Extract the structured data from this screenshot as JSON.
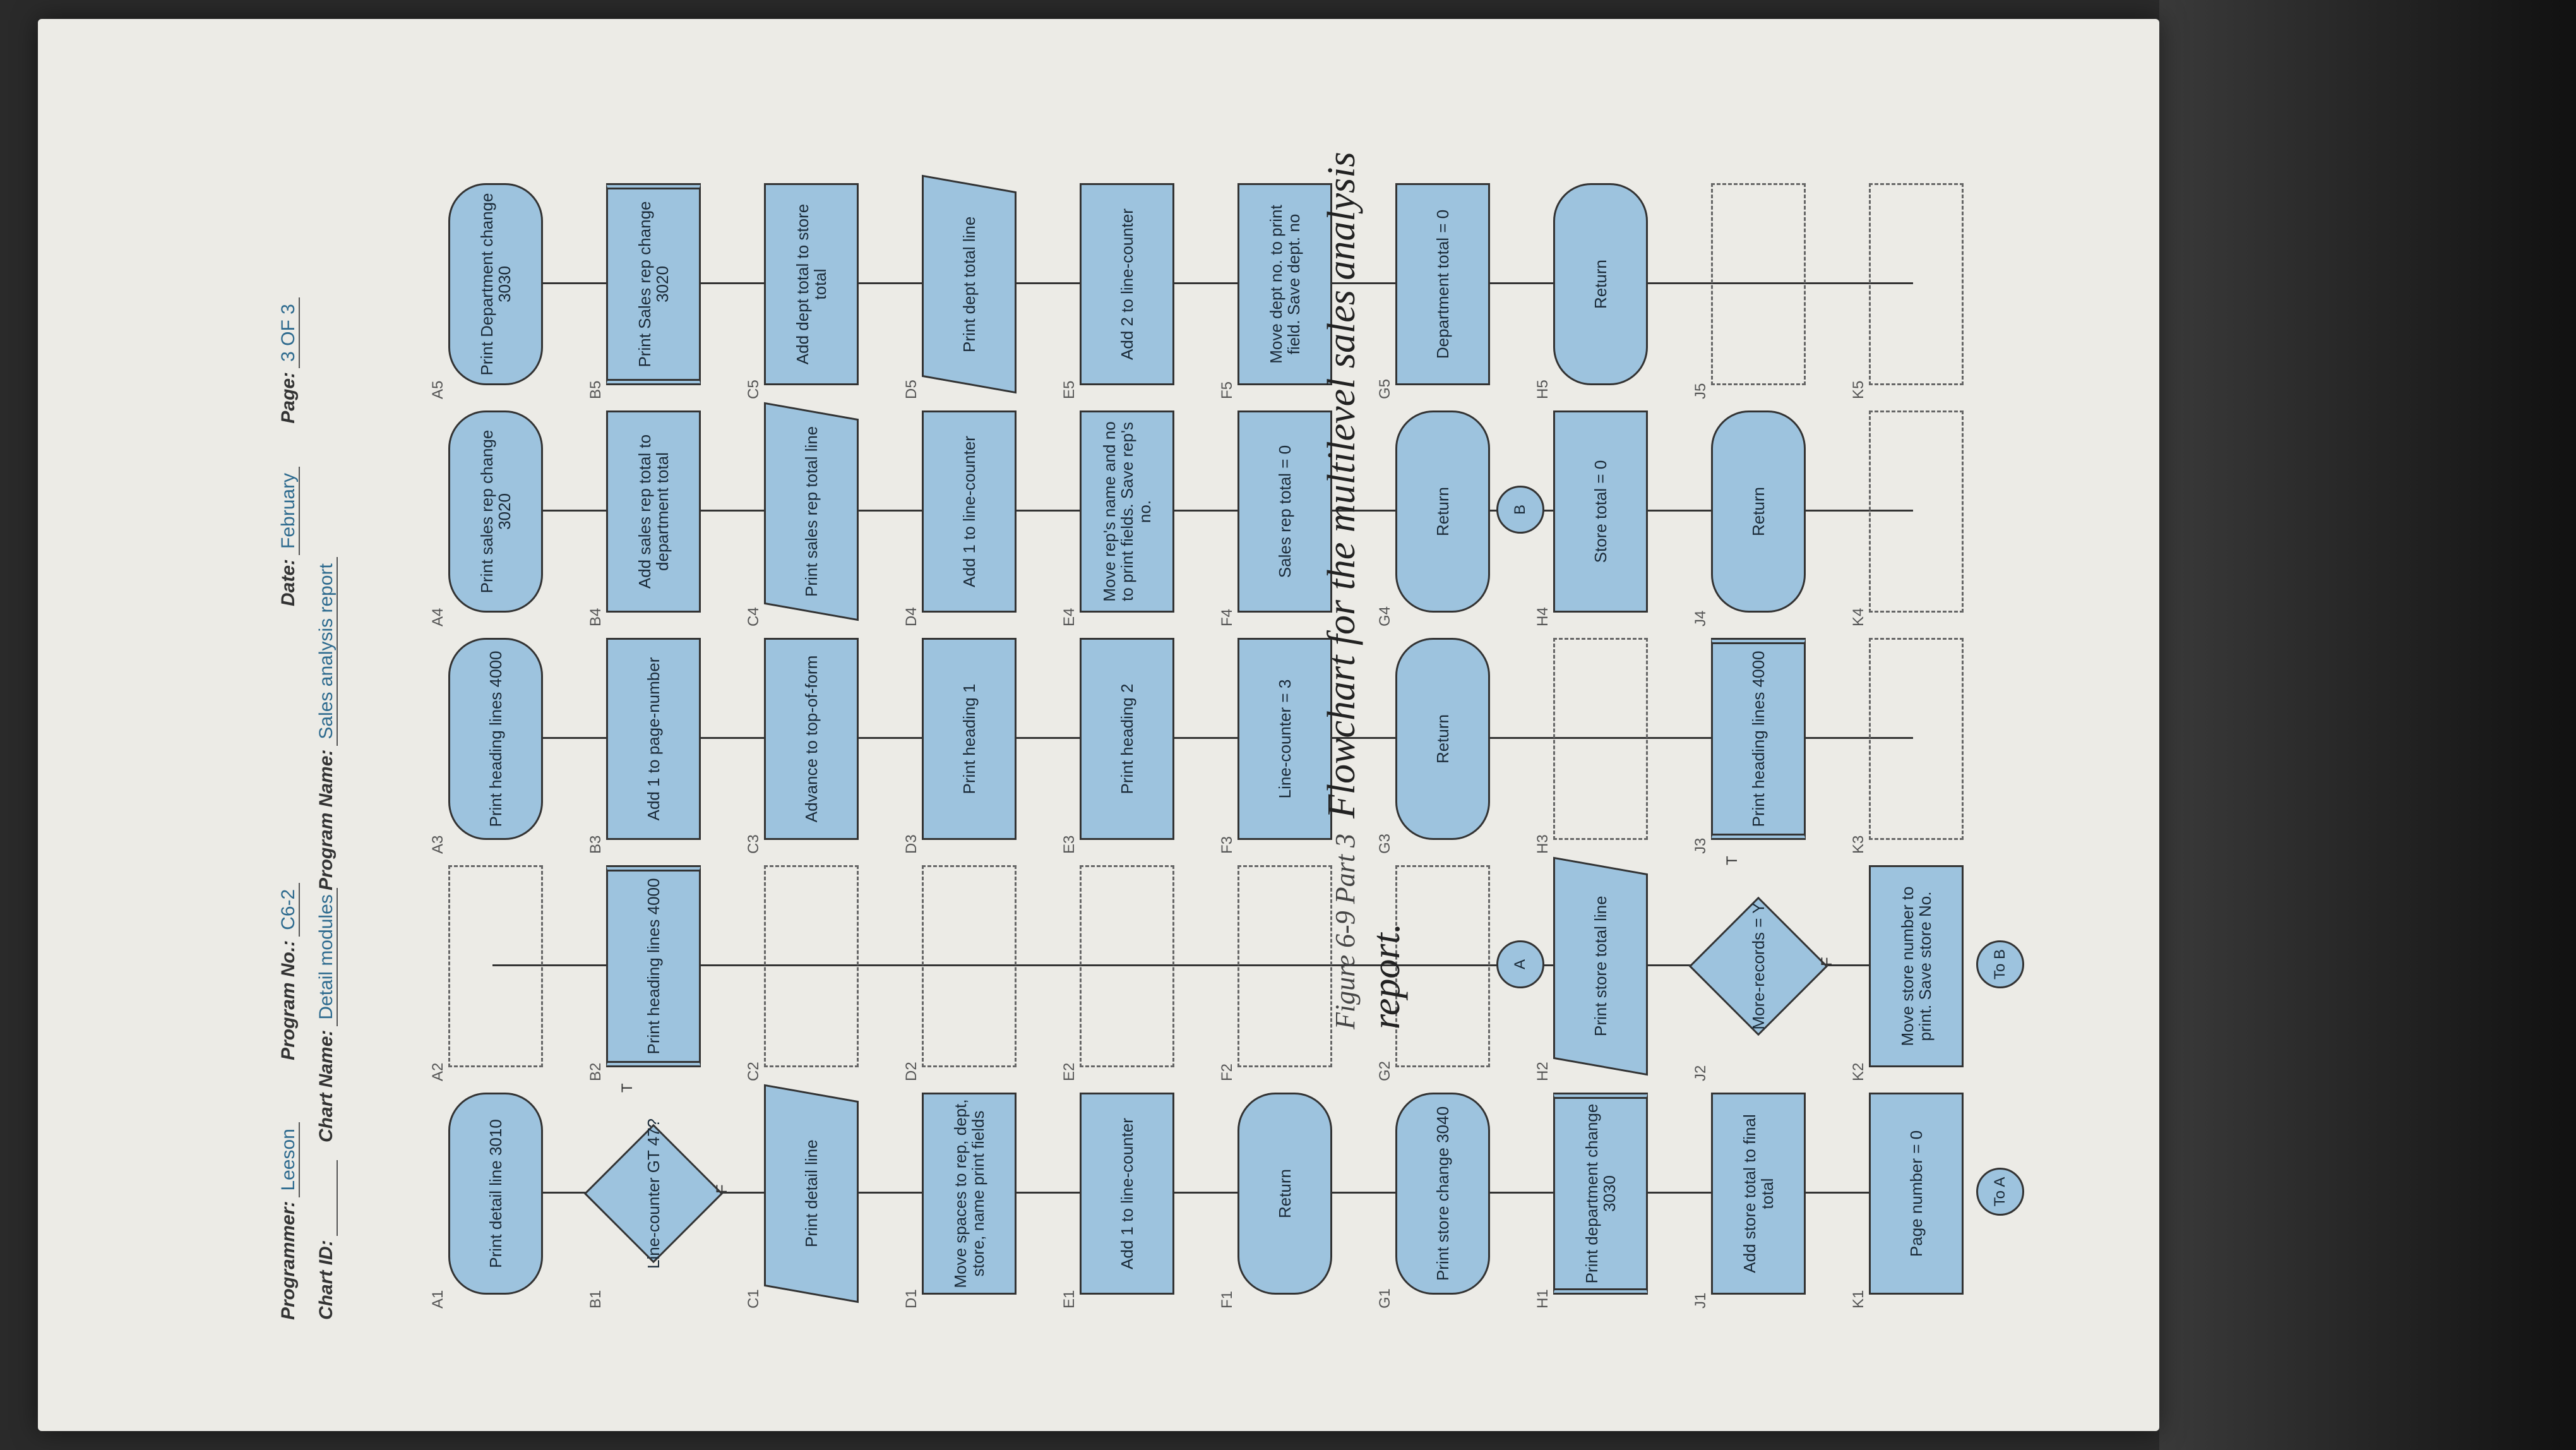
{
  "header": {
    "programmer_label": "Programmer:",
    "programmer": "Leeson",
    "chart_id_label": "Chart ID:",
    "chart_id": "",
    "chart_name_label": "Chart Name:",
    "chart_name": "Detail modules",
    "program_no_label": "Program No.:",
    "program_no": "C6-2",
    "program_name_label": "Program Name:",
    "program_name": "Sales analysis report",
    "date_label": "Date:",
    "date": "February",
    "page_label": "Page:",
    "page": "3 OF 3"
  },
  "cells": {
    "A1": "Print detail line 3010",
    "A3": "Print heading lines 4000",
    "A4": "Print sales rep change 3020",
    "A5": "Print Department change 3030",
    "B1": "Line-counter GT 47?",
    "B2": "Print heading lines 4000",
    "B3": "Add 1 to page-number",
    "B4": "Add sales rep total to department total",
    "B5": "Print Sales rep change 3020",
    "C1": "Print detail line",
    "C3": "Advance to top-of-form",
    "C4": "Print sales rep total line",
    "C5": "Add dept total to store total",
    "D1": "Move spaces to rep, dept, store, name print fields",
    "D3": "Print heading 1",
    "D4": "Add 1 to line-counter",
    "D5": "Print dept total line",
    "E1": "Add 1 to line-counter",
    "E3": "Print heading 2",
    "E4": "Move rep's name and no to print fields. Save rep's no.",
    "E5": "Add 2 to line-counter",
    "F1": "Return",
    "F3": "Line-counter = 3",
    "F4": "Sales rep total = 0",
    "F5": "Move dept no. to print field. Save dept. no",
    "G1": "Print store change 3040",
    "G3": "Return",
    "G4": "Return",
    "G5": "Department total = 0",
    "H1": "Print department change 3030",
    "H2": "Print store total line",
    "H4": "Store total = 0",
    "H5": "Return",
    "J1": "Add store total to final total",
    "J2": "More-records = Y",
    "J3": "Print heading lines 4000",
    "J4": "Return",
    "K1": "Page number = 0",
    "K2": "Move store number to print. Save store No."
  },
  "connectors": {
    "A": "A",
    "B": "B",
    "to_A": "To A",
    "to_B": "To B"
  },
  "branch_labels": {
    "true": "T",
    "false": "F"
  },
  "caption": {
    "figure": "Figure 6-9 Part 3",
    "title": "Flowchart for the multilevel sales analysis report."
  }
}
